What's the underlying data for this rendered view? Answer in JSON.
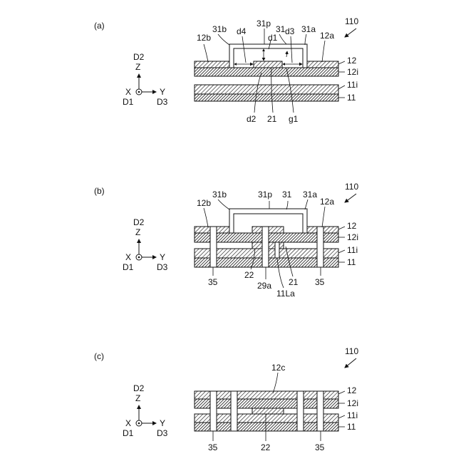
{
  "figure_id": "110",
  "axes": {
    "up_label": "D2",
    "z_label": "Z",
    "x_label": "X",
    "y_label": "Y",
    "d1_label": "D1",
    "d3_label": "D3"
  },
  "panels": [
    {
      "tag": "(a)",
      "labels": {
        "l31b": "31b",
        "l31p": "31p",
        "l31": "31",
        "l31a": "31a",
        "l12b": "12b",
        "l12a": "12a",
        "l12": "12",
        "l12i": "12i",
        "l11i": "11i",
        "l11": "11",
        "ld1": "d1",
        "ld4": "d4",
        "ld3": "d3",
        "ld2": "d2",
        "l21": "21",
        "lg1": "g1"
      }
    },
    {
      "tag": "(b)",
      "labels": {
        "l31b": "31b",
        "l31p": "31p",
        "l31": "31",
        "l31a": "31a",
        "l12b": "12b",
        "l12a": "12a",
        "l12": "12",
        "l12i": "12i",
        "l11i": "11i",
        "l11": "11",
        "l35a": "35",
        "l22": "22",
        "l29a": "29a",
        "l11La": "11La",
        "l21": "21",
        "l35b": "35"
      }
    },
    {
      "tag": "(c)",
      "labels": {
        "l12c": "12c",
        "l12": "12",
        "l12i": "12i",
        "l11i": "11i",
        "l11": "11",
        "l35a": "35",
        "l22": "22",
        "l35b": "35"
      }
    }
  ]
}
